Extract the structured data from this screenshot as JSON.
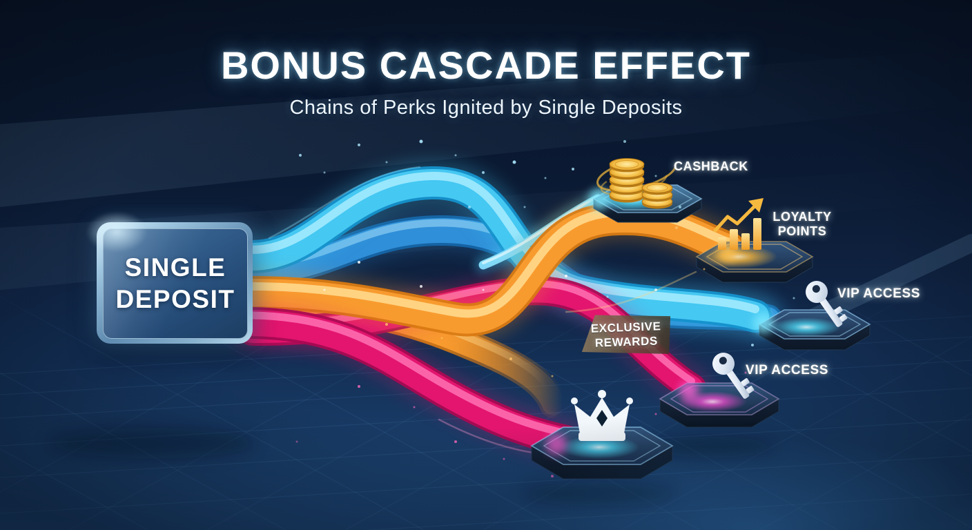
{
  "header": {
    "title": "BONUS CASCADE EFFECT",
    "subtitle": "Chains of Perks Ignited by Single Deposits"
  },
  "deposit": {
    "line1": "SINGLE",
    "line2": "DEPOSIT"
  },
  "labels": {
    "cashback": "CASHBACK",
    "loyalty_line1": "LOYALTY",
    "loyalty_line2": "POINTS",
    "vip_top": "VIP ACCESS",
    "exclusive_line1": "EXCLUSIVE",
    "exclusive_line2": "REWARDS",
    "vip_bottom": "VIP ACCESS"
  },
  "nodes": [
    {
      "name": "cashback",
      "icon": "gold-coins-icon",
      "glow": "#4fe3ff"
    },
    {
      "name": "loyalty-points",
      "icon": "rising-bar-chart-icon",
      "glow": "#ffb938"
    },
    {
      "name": "vip-access-upper",
      "icon": "key-icon",
      "glow": "#4fe3ff"
    },
    {
      "name": "exclusive-rewards",
      "icon": "banner",
      "glow": "#8a7557"
    },
    {
      "name": "vip-access-lower",
      "icon": "key-icon",
      "glow": "#ff4fd8"
    },
    {
      "name": "grand-reward",
      "icon": "crown-icon",
      "glow": "#4fe3ff"
    }
  ],
  "colors": {
    "background_top": "#081427",
    "background_bottom": "#1f4a7c",
    "ribbon_cyan": "#45c8f2",
    "ribbon_blue": "#2f8fd8",
    "ribbon_orange": "#f89b2f",
    "ribbon_magenta": "#e3156f",
    "gold": "#f5c542",
    "silver": "#dfe8f4",
    "grid_line": "#7fc4ff",
    "title_text": "#ffffff"
  }
}
